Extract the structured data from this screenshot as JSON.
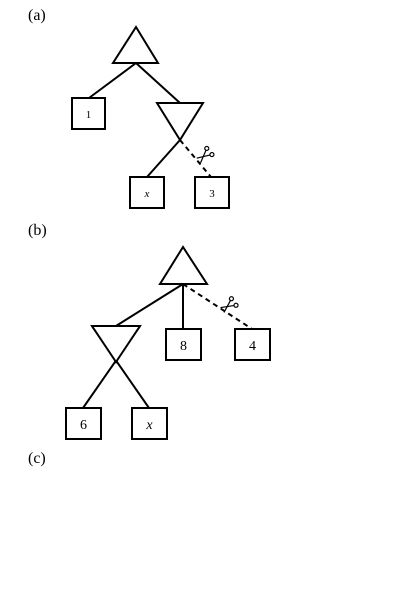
{
  "panels": {
    "a": {
      "label": "(a)",
      "leaves": {
        "left": "1",
        "middle": "x",
        "right": "3"
      }
    },
    "b": {
      "label": "(b)",
      "leaves": {
        "bottom_left": "6",
        "bottom_right": "x",
        "middle": "8",
        "right": "4"
      }
    },
    "c": {
      "label": "(c)"
    }
  },
  "icons": {
    "cut_marker": "scissors-icon"
  }
}
